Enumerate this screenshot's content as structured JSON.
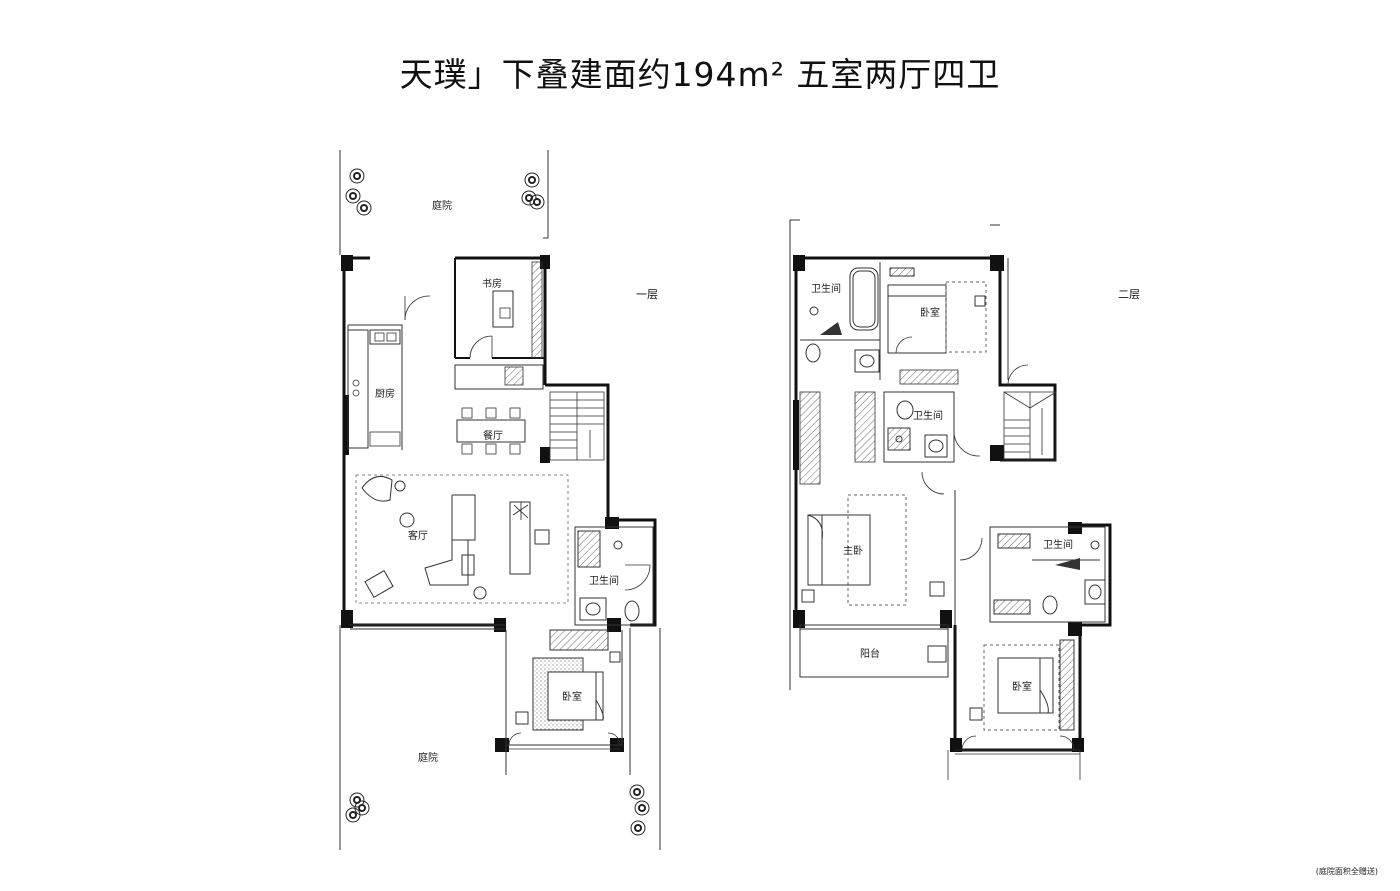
{
  "title": "天璞」下叠建面约194m² 五室两厅四卫",
  "footnote": "(庭院面积全赠送)",
  "floor1": {
    "floor_label": "一层",
    "rooms": {
      "courtyard_top": "庭院",
      "study": "书房",
      "kitchen": "厨房",
      "dining": "餐厅",
      "living": "客厅",
      "bathroom": "卫生间",
      "bedroom": "卧室",
      "courtyard_bottom": "庭院"
    }
  },
  "floor2": {
    "floor_label": "二层",
    "rooms": {
      "bathroom_top": "卫生间",
      "bedroom_top": "卧室",
      "bathroom_mid": "卫生间",
      "master_bedroom": "主卧",
      "bathroom_right": "卫生间",
      "balcony": "阳台",
      "bedroom_bottom": "卧室"
    }
  },
  "colors": {
    "wall": "#111111",
    "line": "#333333",
    "dash": "#666666",
    "background": "#ffffff"
  }
}
